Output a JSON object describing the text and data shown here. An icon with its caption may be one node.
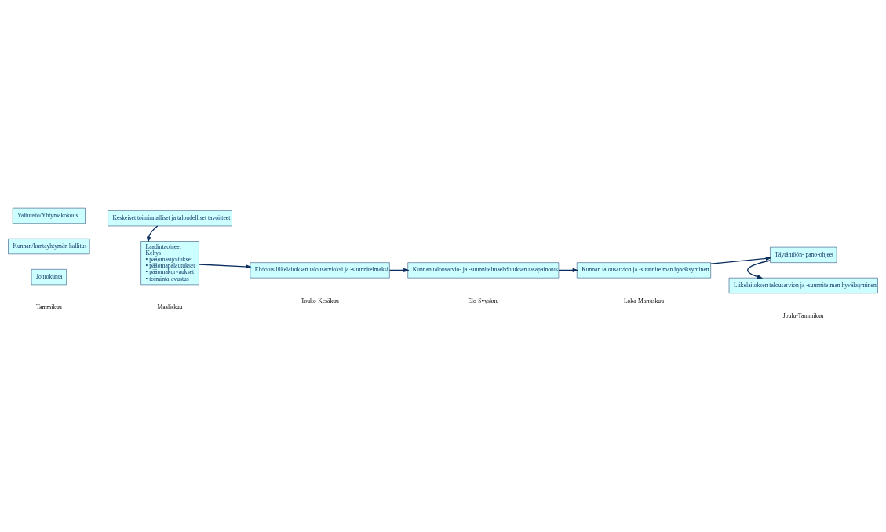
{
  "diagram": {
    "nodes": [
      {
        "text": [
          "Valtuusto/Yhtymäkokous"
        ]
      },
      {
        "text": [
          "Keskeiset toiminnalliset ja taloudelliset tavoitteet"
        ]
      },
      {
        "text": [
          "Kunnan talousarvion ja -suunnitelman hyväksyminen"
        ]
      },
      {
        "text": [
          "Kunnan/kuntayhtymän hallitus"
        ]
      },
      {
        "text": [
          "Kunnan talousarvio- ja -suunnitelmaehdotuksen tasapainotus"
        ]
      },
      {
        "text": [
          "Täytäntöön- pano-ohjeet"
        ]
      },
      {
        "text": [
          "Laadintaohjeet",
          "Kehys",
          "• pääomasijoitukset",
          "• pääomapalautukset",
          "• pääomakorvaukset",
          "• toiminta-avustus"
        ]
      },
      {
        "text": [
          "Johtokunta"
        ]
      },
      {
        "text": [
          "Ehdotus liikelaitoksen talousarvioksi ja -suunnitelmaksi"
        ]
      },
      {
        "text": [
          "Liikelaitoksen talousarvion ja -suunnitelman hyväksyminen"
        ]
      }
    ],
    "edges": [
      {
        "from": 1,
        "to": 6,
        "arrow": "to"
      },
      {
        "from": 6,
        "to": 8,
        "arrow": "to"
      },
      {
        "from": 8,
        "to": 4,
        "arrow": "to"
      },
      {
        "from": 4,
        "to": 2,
        "arrow": "to"
      },
      {
        "from": 2,
        "to": 5,
        "arrow": "to"
      },
      {
        "from": 5,
        "to": 9,
        "arrow": "to"
      }
    ],
    "labels": [
      "Tammikuu",
      "Maaliskuu",
      "Touko-Kesäkuu",
      "Elo-Syyskuu",
      "Loka-Marraskuu",
      "Joulu-Tammikuu"
    ]
  }
}
